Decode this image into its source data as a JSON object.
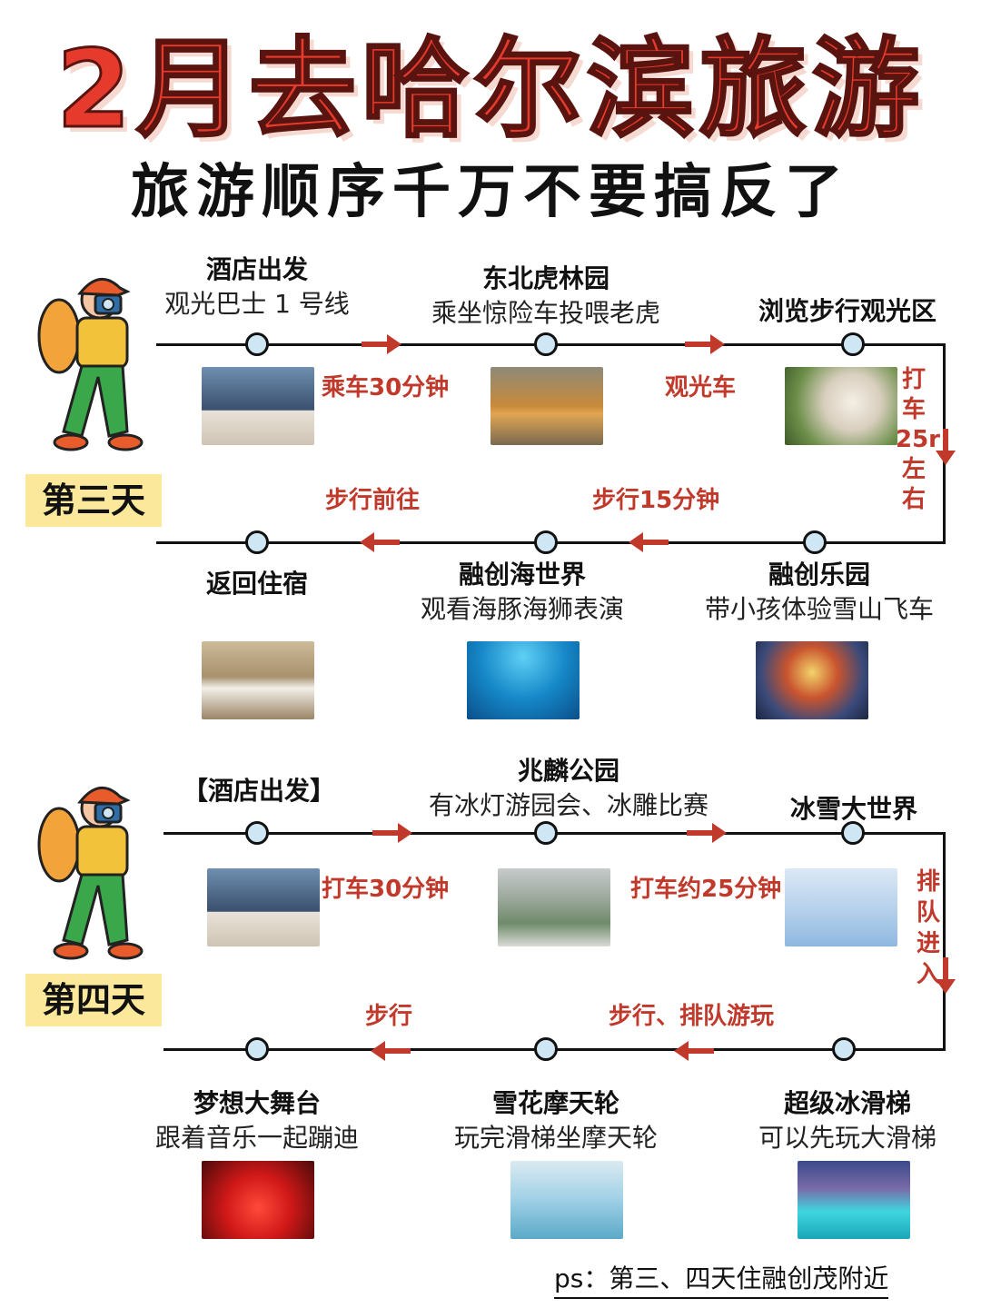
{
  "title": "2月去哈尔滨旅游",
  "subtitle": "旅游顺序千万不要搞反了",
  "day3": {
    "badge": "第三天",
    "stops": [
      {
        "name": "酒店出发",
        "desc": "观光巴士 1 号线"
      },
      {
        "name": "东北虎林园",
        "desc": "乘坐惊险车投喂老虎"
      },
      {
        "name": "浏览步行观光区",
        "desc": ""
      },
      {
        "name": "融创乐园",
        "desc": "带小孩体验雪山飞车"
      },
      {
        "name": "融创海世界",
        "desc": "观看海豚海狮表演"
      },
      {
        "name": "返回住宿",
        "desc": ""
      }
    ],
    "transfers": [
      "乘车30分钟",
      "观光车",
      "打车25r左右",
      "步行15分钟",
      "步行前往"
    ],
    "vertical_transfer": [
      "打",
      "车",
      "25r",
      "左",
      "右"
    ]
  },
  "day4": {
    "badge": "第四天",
    "stops": [
      {
        "name": "【酒店出发】",
        "desc": ""
      },
      {
        "name": "兆麟公园",
        "desc": "有冰灯游园会、冰雕比赛"
      },
      {
        "name": "冰雪大世界",
        "desc": ""
      },
      {
        "name": "超级冰滑梯",
        "desc": "可以先玩大滑梯"
      },
      {
        "name": "雪花摩天轮",
        "desc": "玩完滑梯坐摩天轮"
      },
      {
        "name": "梦想大舞台",
        "desc": "跟着音乐一起蹦迪"
      }
    ],
    "transfers": [
      "打车30分钟",
      "打车约25分钟",
      "步行、排队游玩",
      "步行"
    ],
    "vertical_transfer": [
      "排",
      "队",
      "进",
      "入"
    ]
  },
  "footer_note": "ps：第三、四天住融创茂附近",
  "colors": {
    "accent": "#e63a2c",
    "transfer_red": "#c0392b",
    "badge_yellow": "#fbe89a",
    "dot_fill": "#cfe6f5"
  }
}
